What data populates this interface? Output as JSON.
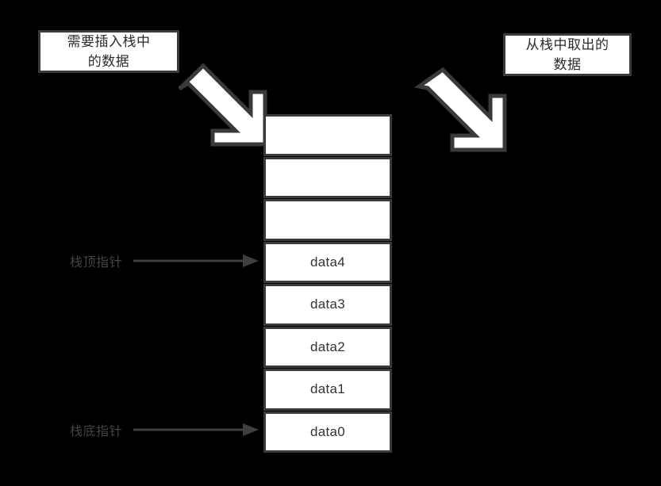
{
  "diagram": {
    "title": "stack-push-pop-diagram",
    "background_color": "#000000",
    "box_fill": "#ffffff",
    "box_border": "#3a3a3a",
    "text_color": "#333333",
    "pointer_color": "#444444"
  },
  "captions": {
    "push": {
      "line1": "需要插入栈中",
      "line2": "的数据"
    },
    "pop": {
      "line1": "从栈中取出的",
      "line2": "数据"
    }
  },
  "arrows": {
    "push_arrow_icon": "block-arrow-down-right-icon",
    "pop_arrow_icon": "block-arrow-up-right-icon",
    "top_pointer_icon": "arrow-right-icon",
    "bottom_pointer_icon": "arrow-right-icon"
  },
  "stack": {
    "cells": [
      {
        "label": "",
        "empty": true
      },
      {
        "label": "",
        "empty": true
      },
      {
        "label": "",
        "empty": true
      },
      {
        "label": "data4",
        "empty": false
      },
      {
        "label": "data3",
        "empty": false
      },
      {
        "label": "data2",
        "empty": false
      },
      {
        "label": "data1",
        "empty": false
      },
      {
        "label": "data0",
        "empty": false
      }
    ]
  },
  "pointers": {
    "top": "栈顶指针",
    "bottom": "栈底指针"
  }
}
